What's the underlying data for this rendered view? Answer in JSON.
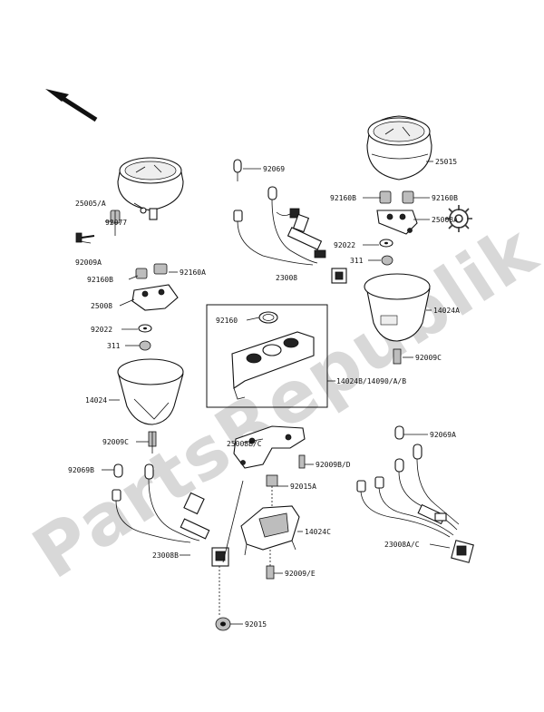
{
  "watermark": "PartsRepublik",
  "labels": {
    "l25005a": "25005/A",
    "l92077": "92077",
    "l92009a": "92009A",
    "l92069": "92069",
    "l23008": "23008",
    "l25015": "25015",
    "l92160b_left": "92160B",
    "l92160b_right": "92160B",
    "l25008a": "25008A",
    "l92022_right": "92022",
    "l311_right": "311",
    "l92160b_mid": "92160B",
    "l92160a": "92160A",
    "l25008": "25008",
    "l92022_left": "92022",
    "l311_left": "311",
    "l92160": "92160",
    "l14024a": "14024A",
    "l92009c_right": "92009C",
    "l14024": "14024",
    "l14024b": "14024B/14090/A/B",
    "l92009c_left": "92009C",
    "l25008bc": "25008B/C",
    "l92009bd": "92009B/D",
    "l92069b": "92069B",
    "l92015a": "92015A",
    "l14024c": "14024C",
    "l23008b": "23008B",
    "l92009e": "92009/E",
    "l92069a": "92069A",
    "l23008ac": "23008A/C",
    "l92015": "92015"
  },
  "icons": [
    "direction-arrow-icon",
    "gear-icon"
  ]
}
